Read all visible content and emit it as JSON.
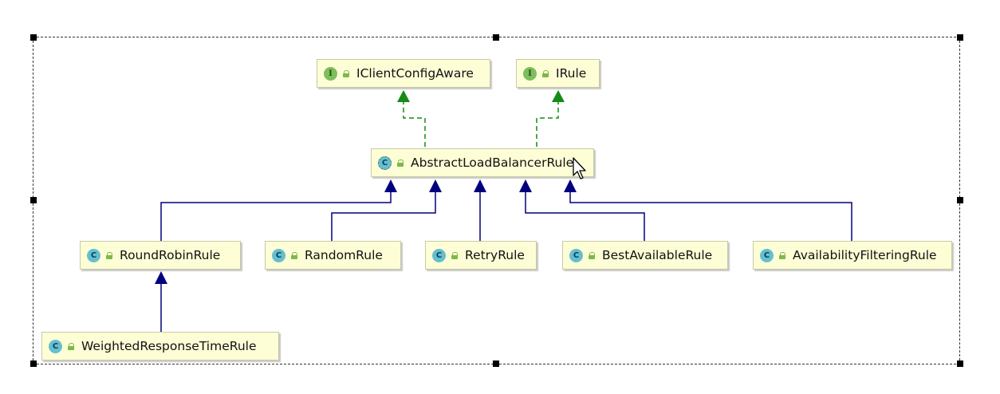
{
  "colors": {
    "implements_arrow": "#148b14",
    "extends_arrow": "#00007f",
    "node_fill": "#fefed6",
    "interface_badge": "#7cbf5c",
    "class_badge": "#65bfd0"
  },
  "nodes": {
    "iclientconfigaware": {
      "name": "IClientConfigAware",
      "kind": "interface",
      "badge": "I"
    },
    "irule": {
      "name": "IRule",
      "kind": "interface",
      "badge": "I"
    },
    "abstractloadbalancerrule": {
      "name": "AbstractLoadBalancerRule",
      "kind": "abstract-class",
      "badge": "C"
    },
    "roundrobinrule": {
      "name": "RoundRobinRule",
      "kind": "class",
      "badge": "C"
    },
    "randomrule": {
      "name": "RandomRule",
      "kind": "class",
      "badge": "C"
    },
    "retryrule": {
      "name": "RetryRule",
      "kind": "class",
      "badge": "C"
    },
    "bestavailablerule": {
      "name": "BestAvailableRule",
      "kind": "class",
      "badge": "C"
    },
    "availabilityfilteringrule": {
      "name": "AvailabilityFilteringRule",
      "kind": "class",
      "badge": "C"
    },
    "weightedresponsetimerule": {
      "name": "WeightedResponseTimeRule",
      "kind": "class",
      "badge": "C"
    }
  },
  "edges": [
    {
      "from": "AbstractLoadBalancerRule",
      "to": "IClientConfigAware",
      "type": "implements"
    },
    {
      "from": "AbstractLoadBalancerRule",
      "to": "IRule",
      "type": "implements"
    },
    {
      "from": "RoundRobinRule",
      "to": "AbstractLoadBalancerRule",
      "type": "extends"
    },
    {
      "from": "RandomRule",
      "to": "AbstractLoadBalancerRule",
      "type": "extends"
    },
    {
      "from": "RetryRule",
      "to": "AbstractLoadBalancerRule",
      "type": "extends"
    },
    {
      "from": "BestAvailableRule",
      "to": "AbstractLoadBalancerRule",
      "type": "extends"
    },
    {
      "from": "AvailabilityFilteringRule",
      "to": "AbstractLoadBalancerRule",
      "type": "extends"
    },
    {
      "from": "WeightedResponseTimeRule",
      "to": "RoundRobinRule",
      "type": "extends"
    }
  ]
}
